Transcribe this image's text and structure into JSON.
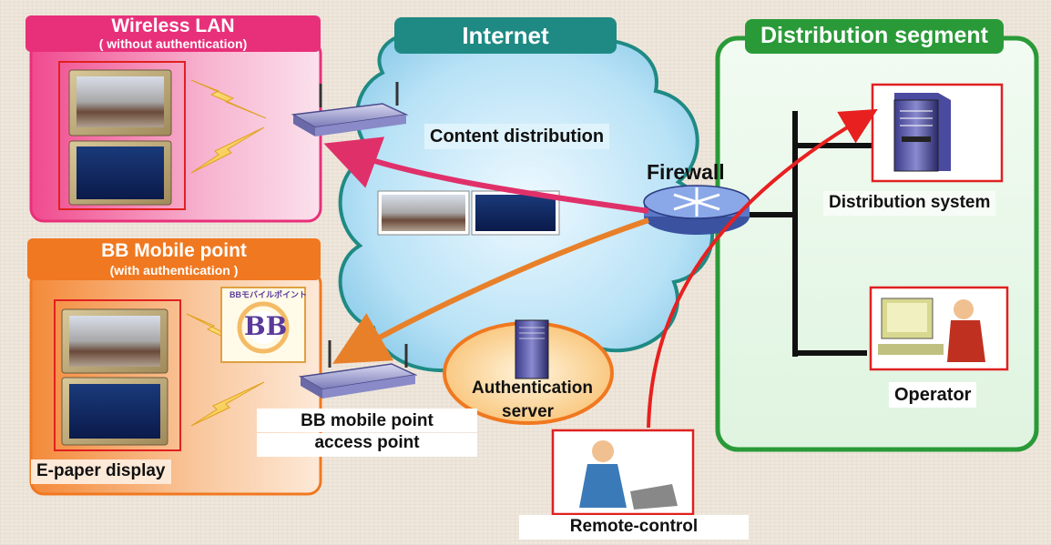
{
  "groups": {
    "wireless_lan": {
      "title": "Wireless LAN",
      "subtitle": "( without authentication)"
    },
    "bb_mobile_point": {
      "title": "BB Mobile point",
      "subtitle": "(with authentication )"
    },
    "internet": {
      "title": "Internet"
    },
    "distribution_segment": {
      "title": "Distribution segment"
    }
  },
  "labels": {
    "content_distribution": "Content distribution",
    "firewall": "Firewall",
    "distribution_system": "Distribution system",
    "operator": "Operator",
    "authentication_server_line1": "Authentication",
    "authentication_server_line2": "server",
    "bb_access_point_line1": "BB mobile point",
    "bb_access_point_line2": "access point",
    "e_paper_display": "E-paper display",
    "remote_control": "Remote-control",
    "bb_logo": "BB",
    "bb_logo_caption": "BBモバイルポイント"
  },
  "colors": {
    "wireless_pink": "#e8307a",
    "bb_orange": "#f07820",
    "internet_teal": "#1f8a84",
    "distribution_green": "#2a9a38",
    "arrow_pink": "#e0306a",
    "arrow_orange": "#e8802a",
    "arrow_red": "#e82020",
    "cloud_blue": "#bfe6f8"
  }
}
